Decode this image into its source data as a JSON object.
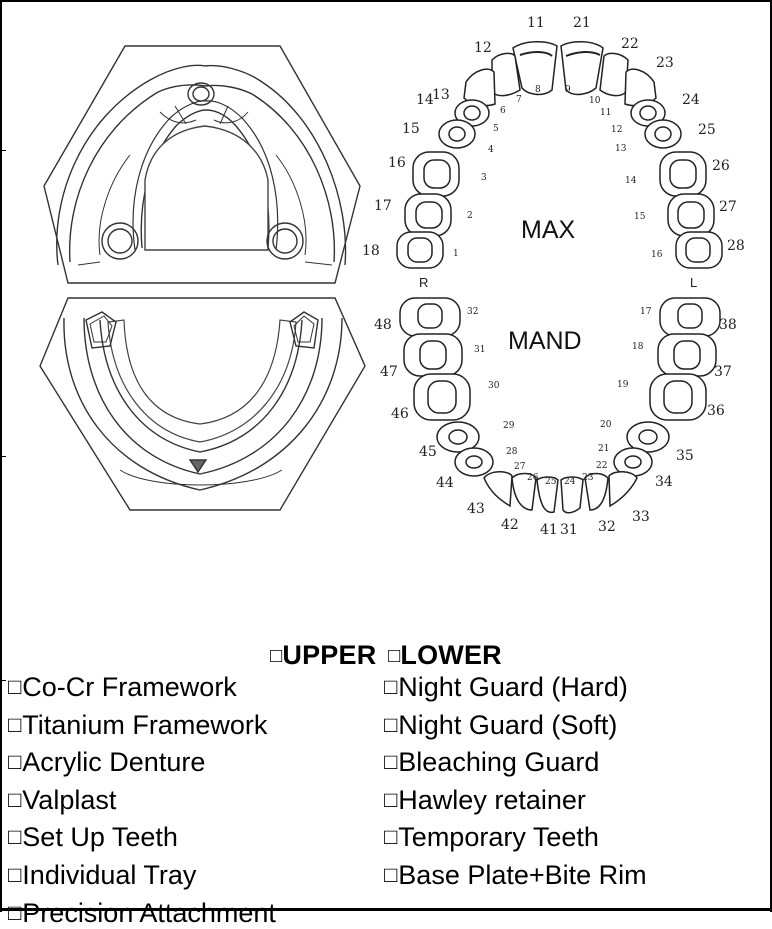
{
  "chart": {
    "max_label": "MAX",
    "mand_label": "MAND",
    "right_label": "R",
    "left_label": "L",
    "upper_fdi": {
      "t11": "11",
      "t12": "12",
      "t13": "13",
      "t14": "14",
      "t15": "15",
      "t16": "16",
      "t17": "17",
      "t18": "18",
      "t21": "21",
      "t22": "22",
      "t23": "23",
      "t24": "24",
      "t25": "25",
      "t26": "26",
      "t27": "27",
      "t28": "28"
    },
    "lower_fdi": {
      "t31": "31",
      "t32": "32",
      "t33": "33",
      "t34": "34",
      "t35": "35",
      "t36": "36",
      "t37": "37",
      "t38": "38",
      "t41": "41",
      "t42": "42",
      "t43": "43",
      "t44": "44",
      "t45": "45",
      "t46": "46",
      "t47": "47",
      "t48": "48"
    },
    "upper_universal": {
      "n1": "1",
      "n2": "2",
      "n3": "3",
      "n4": "4",
      "n5": "5",
      "n6": "6",
      "n7": "7",
      "n8": "8",
      "n9": "9",
      "n10": "10",
      "n11": "11",
      "n12": "12",
      "n13": "13",
      "n14": "14",
      "n15": "15",
      "n16": "16"
    },
    "lower_universal": {
      "n17": "17",
      "n18": "18",
      "n19": "19",
      "n20": "20",
      "n21": "21",
      "n22": "22",
      "n23": "23",
      "n24": "24",
      "n25": "25",
      "n26": "26",
      "n27": "27",
      "n28": "28",
      "n29": "29",
      "n30": "30",
      "n31": "31",
      "n32": "32"
    }
  },
  "arch_selection": {
    "checkbox_glyph": "□",
    "upper_label": "UPPER",
    "lower_label": "LOWER"
  },
  "options": {
    "left": [
      "Co-Cr Framework",
      "Titanium Framework",
      "Acrylic Denture",
      "Valplast",
      "Set Up Teeth",
      "Individual Tray",
      "Precision Attachment"
    ],
    "right": [
      "Night Guard (Hard)",
      "Night Guard (Soft)",
      "Bleaching Guard",
      "Hawley retainer",
      "Temporary Teeth",
      "Base Plate+Bite Rim"
    ]
  }
}
